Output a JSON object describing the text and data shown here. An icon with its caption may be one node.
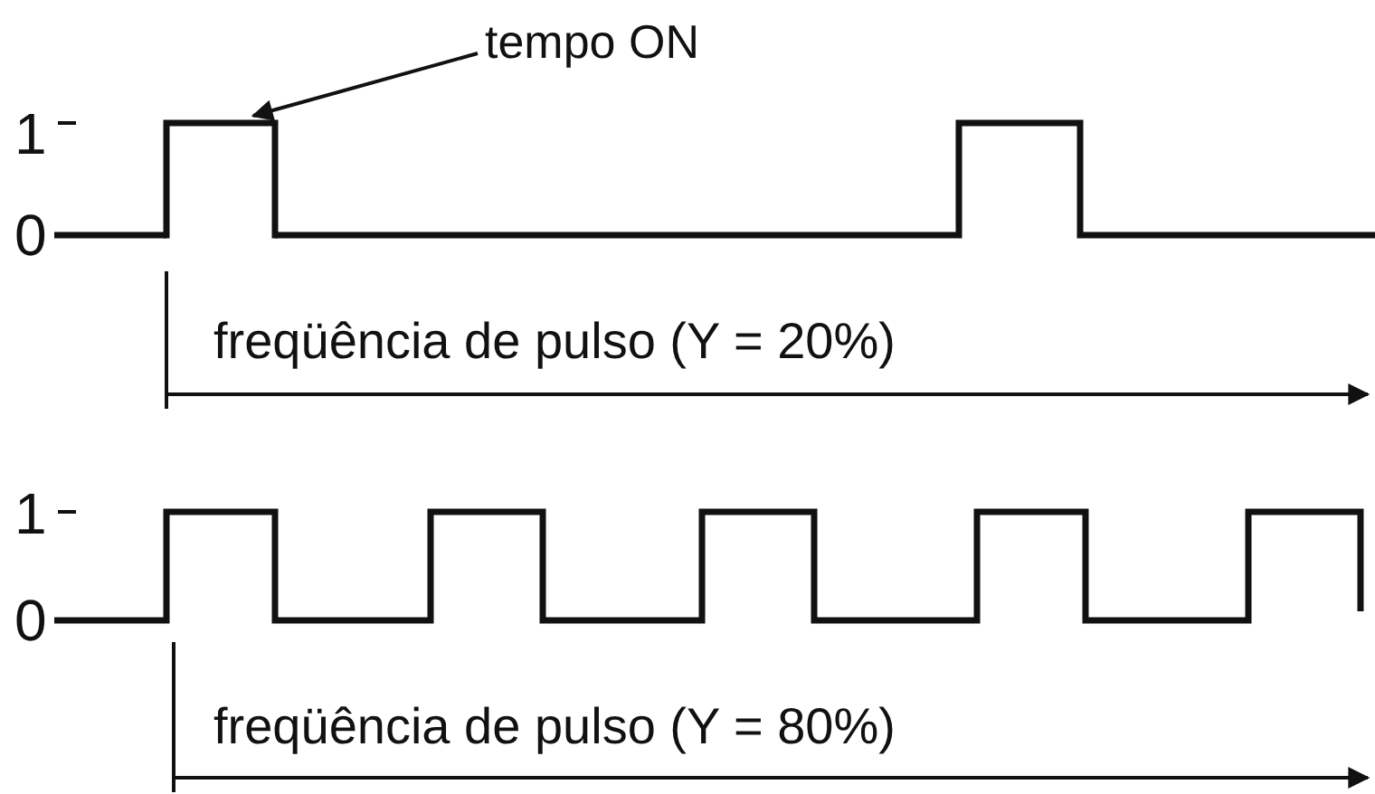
{
  "diagram": {
    "nodes": [
      {
        "text": [
          "tempo ON"
        ]
      },
      {
        "text": [],
        "shape": "box"
      }
    ],
    "edges": [
      {
        "from": 0,
        "to": 1,
        "arrow": "to"
      }
    ],
    "labels": [
      "1",
      "0",
      "freqüência de pulso (Y = 20%)",
      "1",
      "0",
      "freqüência de pulso (Y = 80%)"
    ]
  }
}
